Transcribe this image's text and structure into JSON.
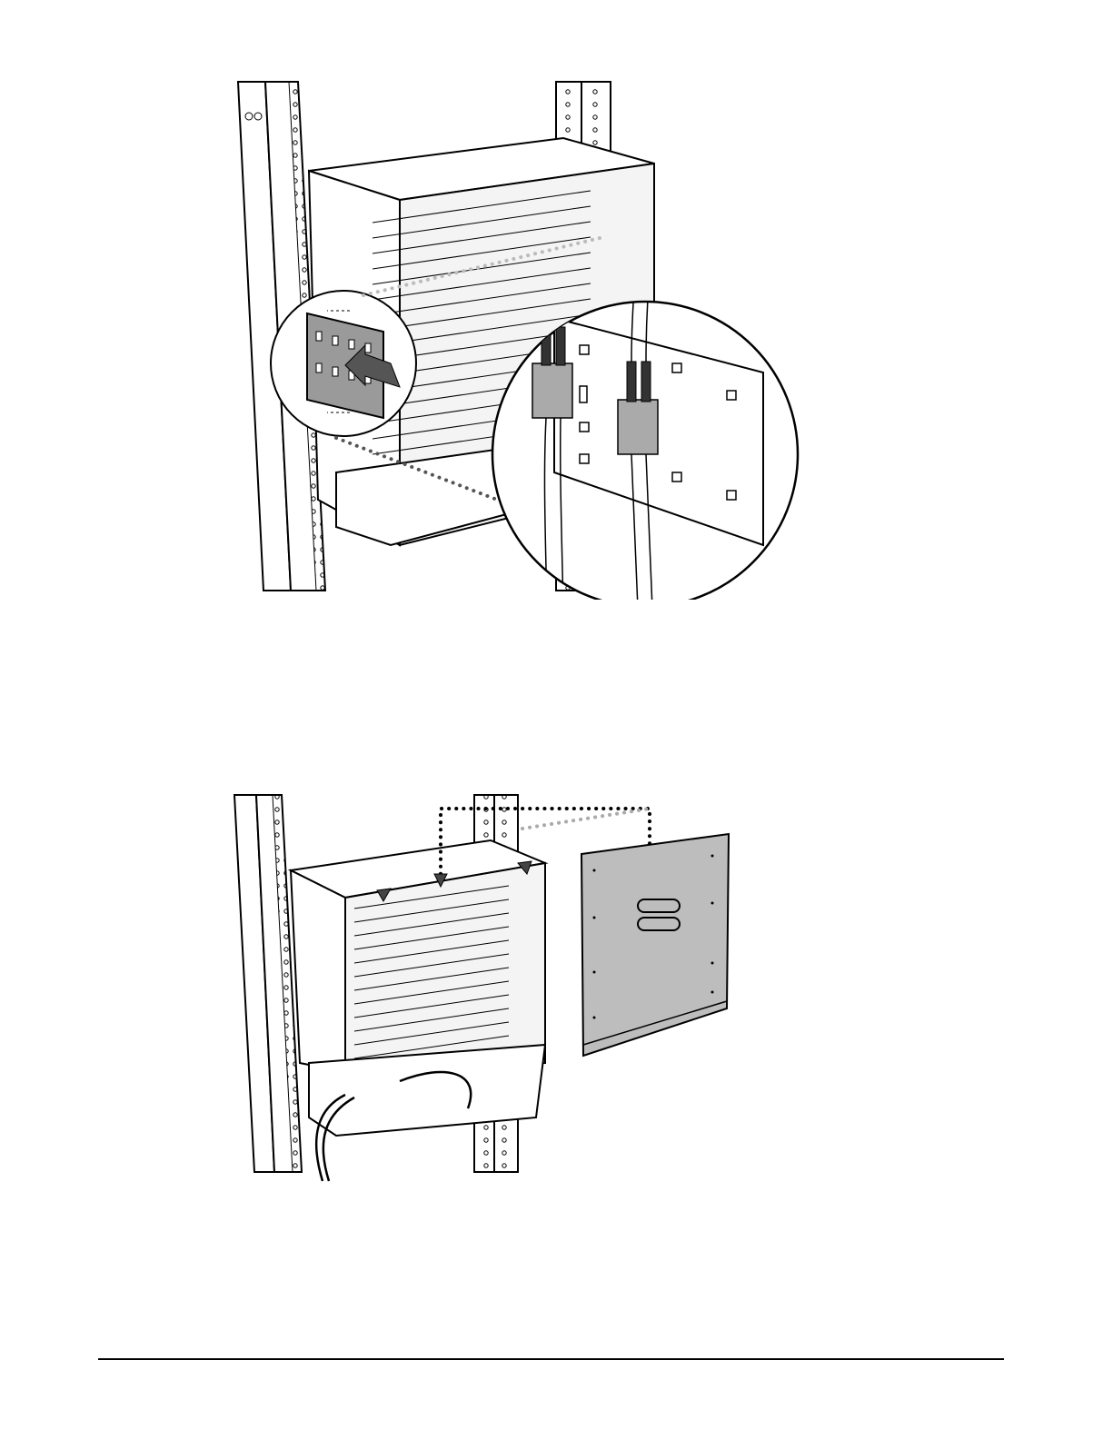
{
  "page": {
    "figures": [
      {
        "name": "figure-fiber-bracket-installation"
      },
      {
        "name": "figure-cover-panel-installation"
      }
    ],
    "footer": {}
  },
  "colors": {
    "line": "#000000",
    "panel_gray": "#bdbdbd",
    "dark_gray": "#555555",
    "light_gray": "#cccccc",
    "white": "#ffffff"
  },
  "icons": [
    "rack-rail",
    "chassis",
    "mounting-bracket",
    "insertion-arrow",
    "magnified-callout",
    "fiber-connector",
    "cover-panel",
    "dotted-guide-line",
    "cable-bundle"
  ]
}
